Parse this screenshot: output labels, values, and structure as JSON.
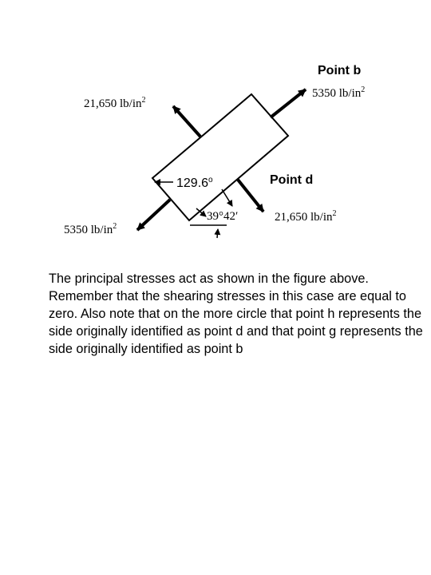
{
  "diagram": {
    "point_b_label": "Point b",
    "point_d_label": "Point d",
    "stress_top_right": "5350 lb/in",
    "stress_top_left": "21,650 lb/in",
    "stress_bottom_left": "5350 lb/in",
    "stress_bottom_right": "21,650 lb/in",
    "unit_exponent": "2",
    "angle_label": "129.6",
    "degree_symbol": "o",
    "element_angle": "39°42′"
  },
  "description": "The principal stresses act as shown in the figure above. Remember that the shearing stresses in this case are equal to zero. Also note that on the more circle that point h represents the side originally identified as point d and that point g represents the side originally identified as point b"
}
